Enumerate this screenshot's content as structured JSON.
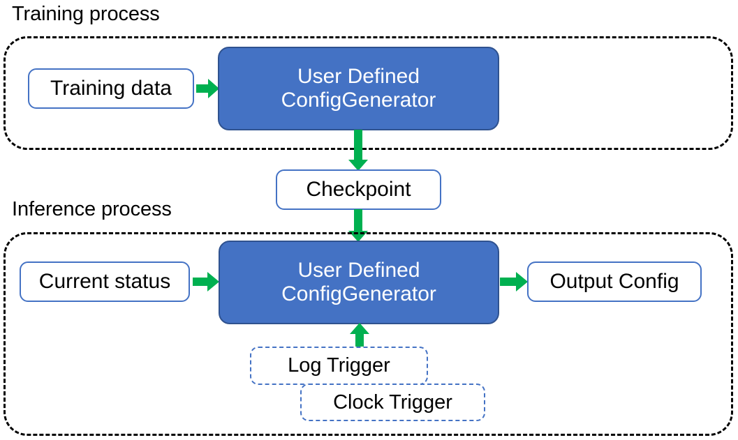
{
  "diagram": {
    "title_training": "Training process",
    "title_inference": "Inference process",
    "colors": {
      "process_fill": "#4472C4",
      "process_border": "#2F528F",
      "node_border": "#4472C4",
      "arrow_green": "#00B050",
      "group_border": "#000000",
      "text_dark": "#000000",
      "text_light": "#FFFFFF",
      "background": "#FFFFFF"
    }
  },
  "training": {
    "group_label": "Training process",
    "input_node": "Training data",
    "process_node": {
      "line1": "User Defined",
      "line2": "ConfigGenerator"
    }
  },
  "checkpoint": {
    "label": "Checkpoint"
  },
  "inference": {
    "group_label": "Inference process",
    "input_node": "Current status",
    "process_node": {
      "line1": "User Defined",
      "line2": "ConfigGenerator"
    },
    "output_node": "Output Config",
    "triggers": [
      {
        "label": "Log Trigger"
      },
      {
        "label": "Clock Trigger"
      }
    ]
  },
  "arrows": [
    {
      "name": "training-data-to-generator",
      "direction": "right"
    },
    {
      "name": "training-generator-to-checkpoint",
      "direction": "down"
    },
    {
      "name": "checkpoint-to-inference-generator",
      "direction": "down"
    },
    {
      "name": "current-status-to-generator",
      "direction": "right"
    },
    {
      "name": "generator-to-output-config",
      "direction": "right"
    },
    {
      "name": "triggers-to-generator",
      "direction": "up"
    }
  ]
}
